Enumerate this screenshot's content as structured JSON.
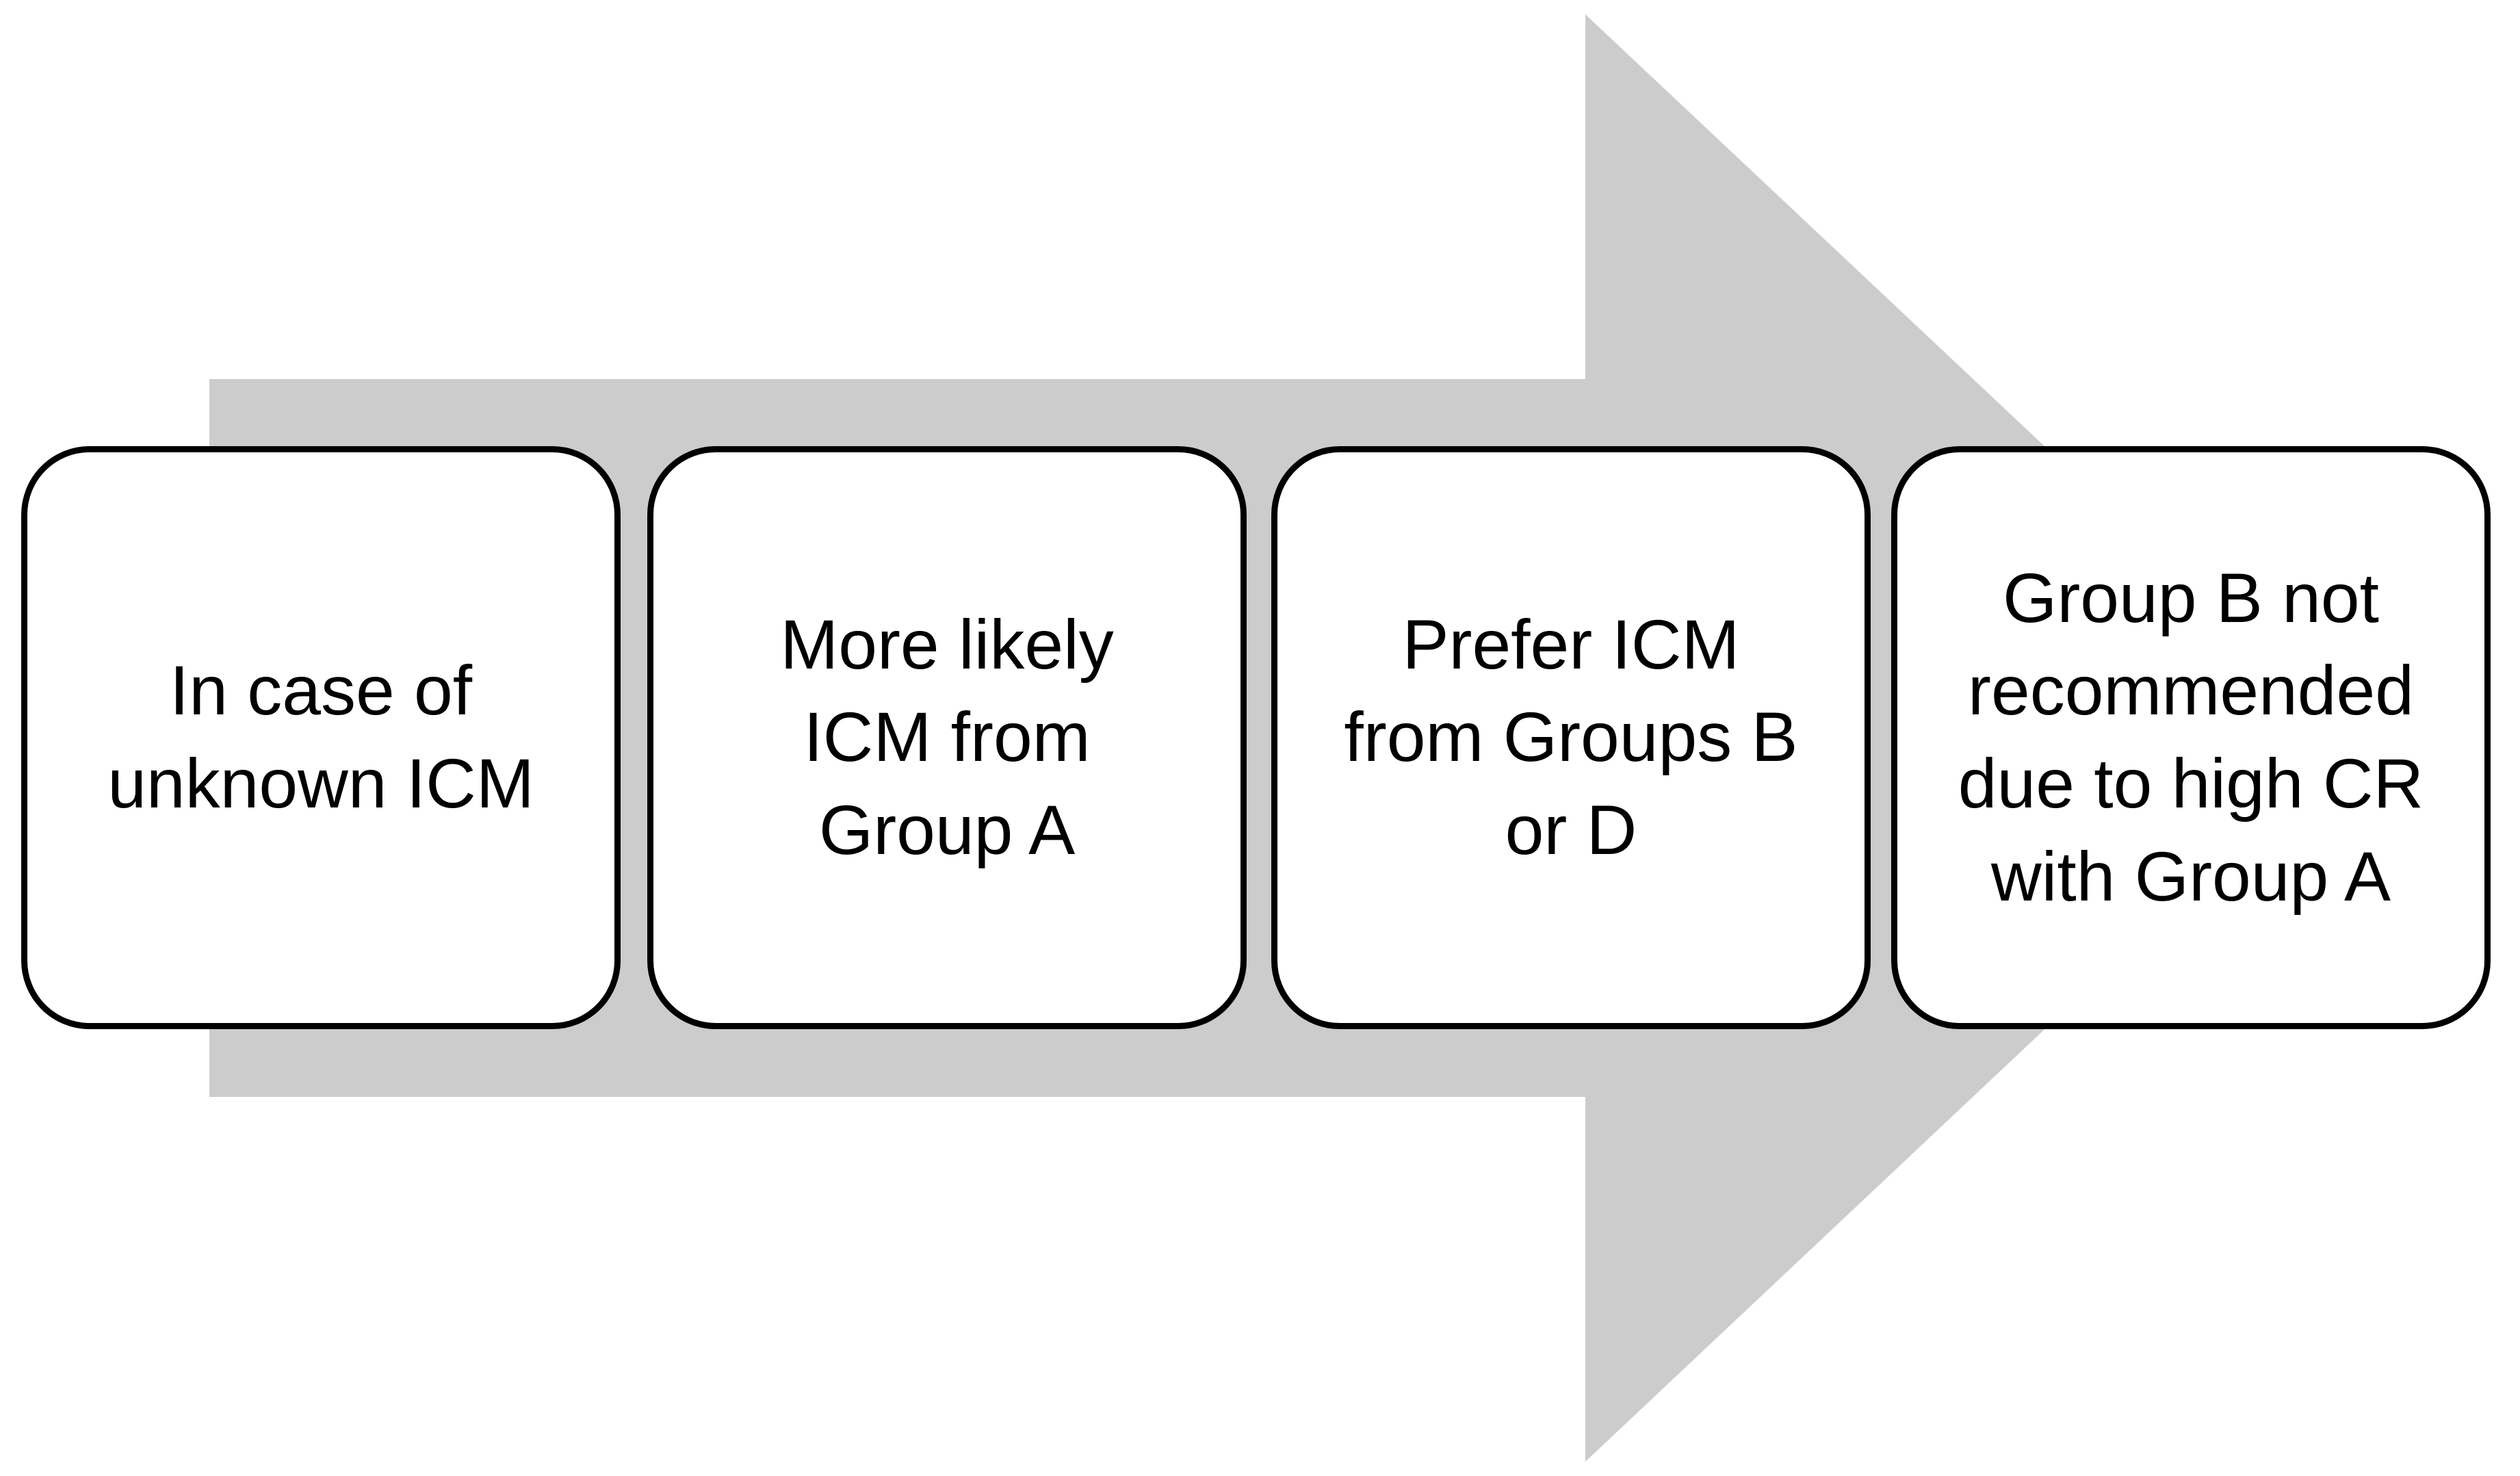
{
  "figure": {
    "type": "process-flow-arrow",
    "direction": "right",
    "arrow_color": "#cccccc",
    "box_fill": "#ffffff",
    "box_border_color": "#000000",
    "text_color": "#000000"
  },
  "steps": [
    {
      "text": "In case of\nunknown ICM"
    },
    {
      "text": "More likely\nICM from\nGroup A"
    },
    {
      "text": "Prefer ICM\nfrom Groups B\nor D"
    },
    {
      "text": "Group B not\nrecommended\ndue to high CR\nwith Group A"
    }
  ]
}
